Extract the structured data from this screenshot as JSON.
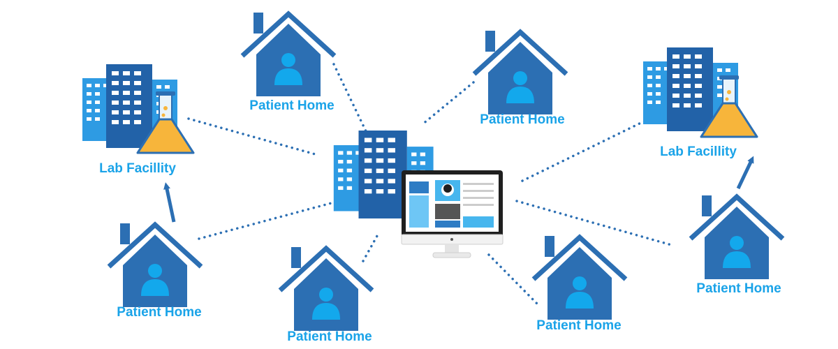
{
  "labels": {
    "home_top_left": "Patient Home",
    "home_top_right": "Patient Home",
    "home_bottom_left": "Patient Home",
    "home_bottom_center_left": "Patient Home",
    "home_bottom_center_right": "Patient Home",
    "home_far_right": "Patient Home",
    "lab_left": "Lab Facillity",
    "lab_right": "Lab Facillity"
  },
  "colors": {
    "house_dark": "#2c6fb3",
    "person": "#13a8ec",
    "building_light": "#2e9be3",
    "building_dark": "#2262a8",
    "flask_liquid": "#f7b53b",
    "connector_dots": "#2c6fb3",
    "arrow": "#2c6fb3",
    "monitor_frame": "#1f1f1f",
    "label_text": "#1aa3e8"
  },
  "icons": {
    "house": "house-icon",
    "person": "person-icon",
    "hospital": "hospital-buildings-icon",
    "lab": "lab-flask-icon",
    "monitor": "computer-monitor-icon"
  }
}
